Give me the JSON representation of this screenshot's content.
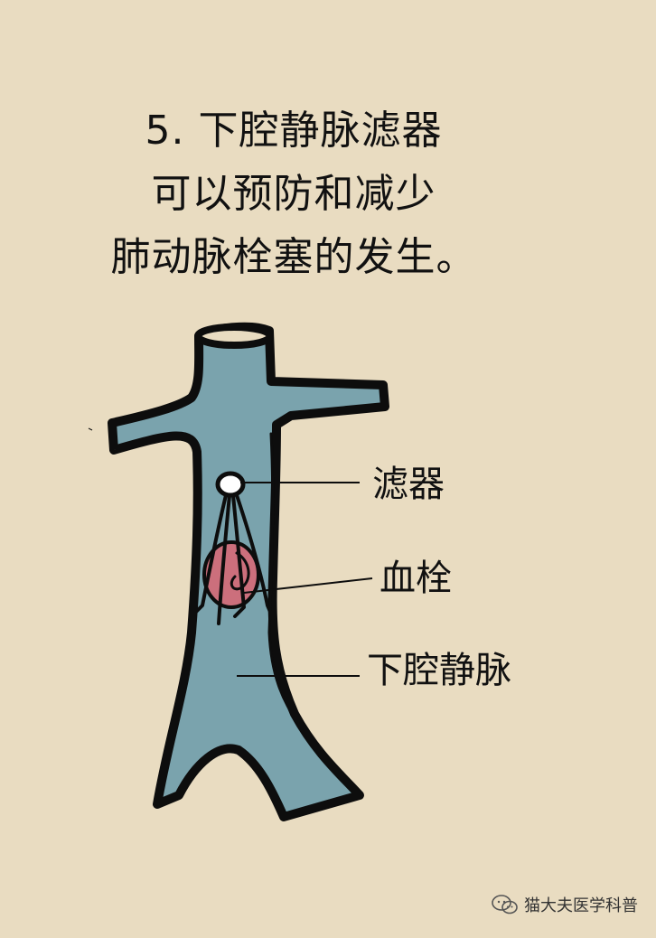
{
  "title": {
    "line1": "5. 下腔静脉滤器",
    "line2": "可以预防和减少",
    "line3": "肺动脉栓塞的发生。"
  },
  "labels": {
    "filter": "滤器",
    "thrombus": "血栓",
    "ivc": "下腔静脉"
  },
  "footer": {
    "account": "猫大夫医学科普",
    "icon": "wechat-icon"
  },
  "colors": {
    "background": "#e9dcc1",
    "vein": "#7aa3ad",
    "outline": "#0d0d0d",
    "thrombus": "#cc6f7c"
  }
}
